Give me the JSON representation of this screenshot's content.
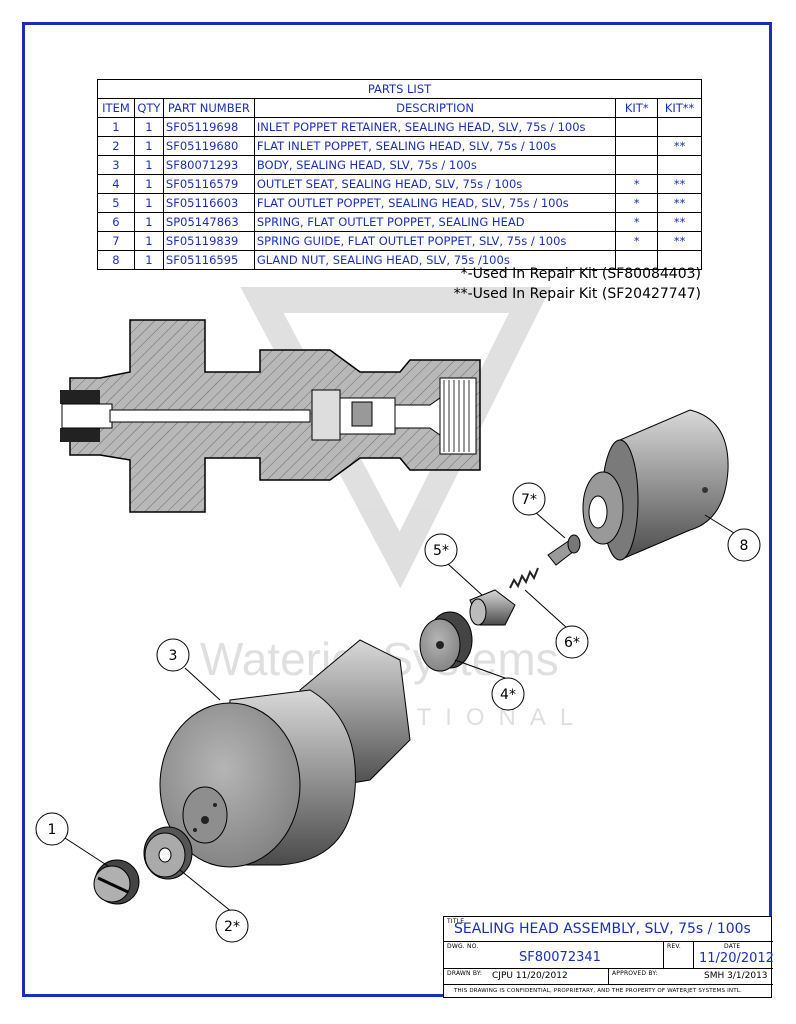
{
  "parts_list": {
    "title": "PARTS LIST",
    "headers": [
      "ITEM",
      "QTY",
      "PART NUMBER",
      "DESCRIPTION",
      "KIT*",
      "KIT**"
    ],
    "rows": [
      {
        "item": "1",
        "qty": "1",
        "part": "SF05119698",
        "desc": "INLET POPPET RETAINER, SEALING HEAD, SLV, 75s / 100s",
        "kit1": "",
        "kit2": ""
      },
      {
        "item": "2",
        "qty": "1",
        "part": "SF05119680",
        "desc": "FLAT INLET POPPET, SEALING HEAD, SLV, 75s / 100s",
        "kit1": "",
        "kit2": "**"
      },
      {
        "item": "3",
        "qty": "1",
        "part": "SF80071293",
        "desc": "BODY, SEALING HEAD, SLV, 75s / 100s",
        "kit1": "",
        "kit2": ""
      },
      {
        "item": "4",
        "qty": "1",
        "part": "SF05116579",
        "desc": "OUTLET SEAT, SEALING HEAD, SLV, 75s / 100s",
        "kit1": "*",
        "kit2": "**"
      },
      {
        "item": "5",
        "qty": "1",
        "part": "SF05116603",
        "desc": "FLAT OUTLET POPPET, SEALING HEAD, SLV, 75s / 100s",
        "kit1": "*",
        "kit2": "**"
      },
      {
        "item": "6",
        "qty": "1",
        "part": "SP05147863",
        "desc": "SPRING, FLAT OUTLET POPPET, SEALING HEAD",
        "kit1": "*",
        "kit2": "**"
      },
      {
        "item": "7",
        "qty": "1",
        "part": "SF05119839",
        "desc": "SPRING GUIDE, FLAT OUTLET POPPET, SLV, 75s / 100s",
        "kit1": "*",
        "kit2": "**"
      },
      {
        "item": "8",
        "qty": "1",
        "part": "SF05116595",
        "desc": "GLAND NUT, SEALING HEAD, SLV, 75s /100s",
        "kit1": "",
        "kit2": ""
      }
    ]
  },
  "kit_notes": {
    "kit1": "*-Used In Repair Kit (SF80084403)",
    "kit2": "**-Used In Repair Kit (SF20427747)"
  },
  "watermark": {
    "line1": "Waterjet Systems",
    "line2": "INTERNATIONAL"
  },
  "callouts": [
    "1",
    "2*",
    "3",
    "4*",
    "5*",
    "6*",
    "7*",
    "8"
  ],
  "title_block": {
    "title_label": "TITLE",
    "title": "SEALING HEAD ASSEMBLY, SLV, 75s / 100s",
    "dwg_label": "DWG. NO.",
    "dwg_no": "SF80072341",
    "rev_label": "REV.",
    "rev": "",
    "date_label": "DATE",
    "date": "11/20/2012",
    "drawn_label": "DRAWN BY:",
    "drawn": "CJPU   11/20/2012",
    "approved_label": "APPROVED BY:",
    "approved": "SMH   3/1/2013",
    "confidential": "THIS DRAWING IS CONFIDENTIAL, PROPRIETARY, AND THE PROPERTY OF WATERJET SYSTEMS INTL."
  },
  "colors": {
    "border": "#1a2fb8",
    "table_text": "#1a2fb8",
    "metal": "#8a8a8a"
  }
}
